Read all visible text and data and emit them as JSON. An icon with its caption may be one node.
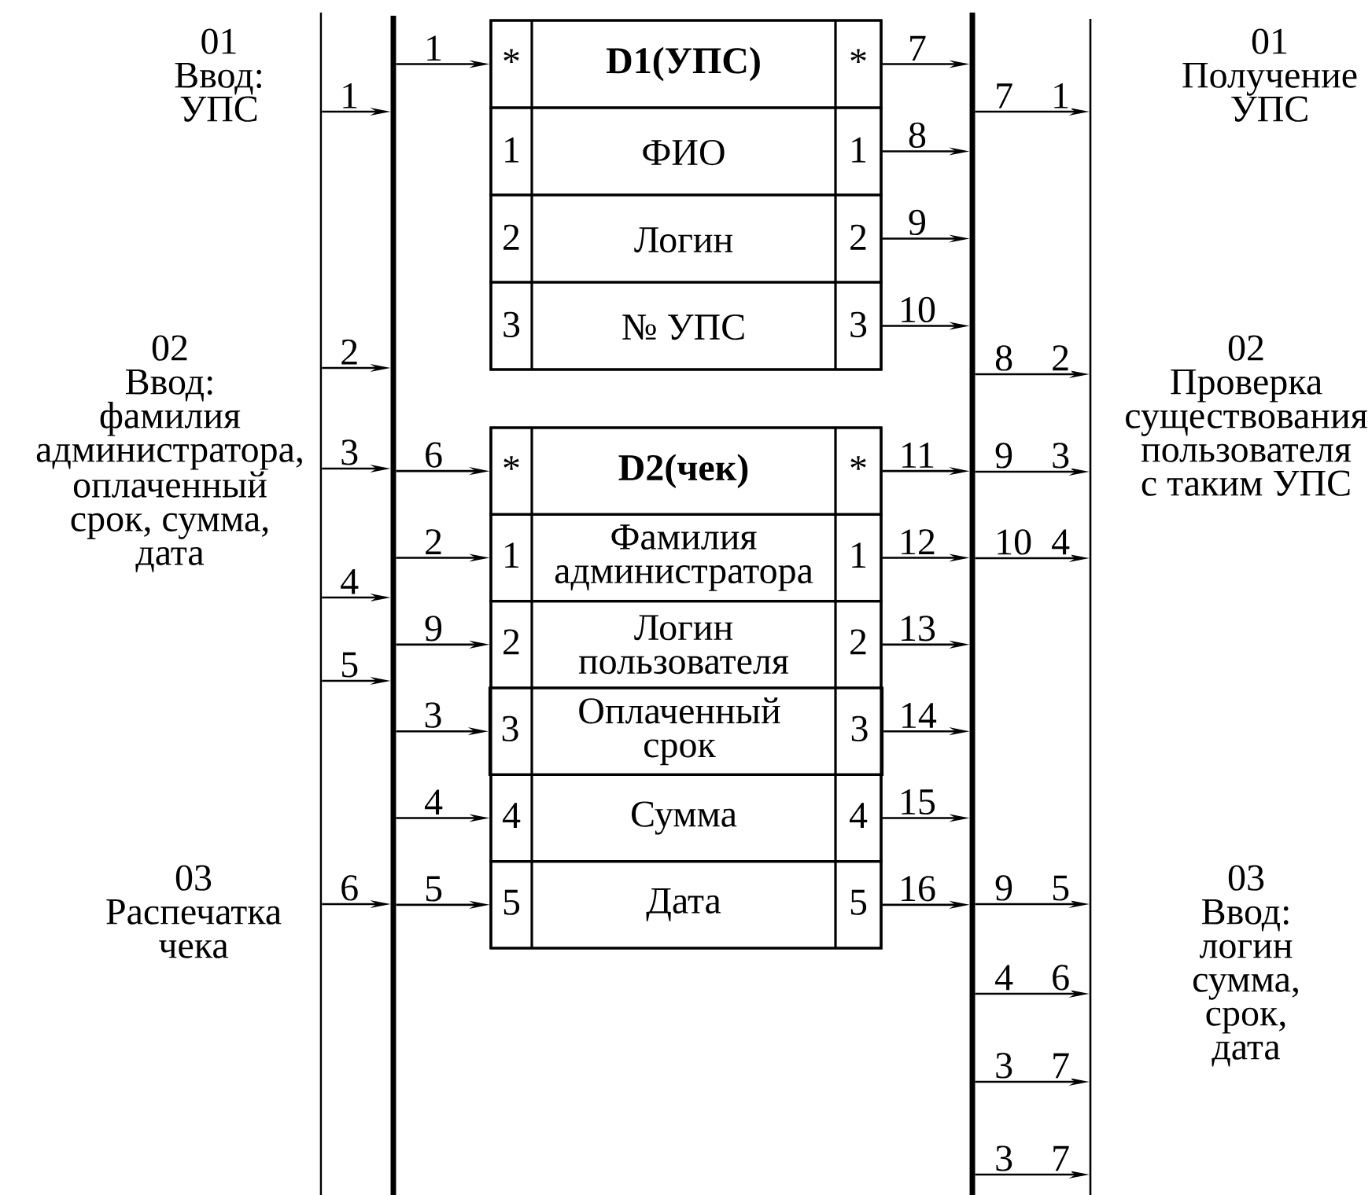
{
  "diagram": {
    "nodes": [
      {
        "text": [],
        "shape": "bar"
      },
      {
        "text": [],
        "shape": "bar"
      },
      {
        "text": [],
        "shape": "box"
      },
      {
        "text": [
          "*",
          "D1(УПС)",
          "*"
        ],
        "in": 2
      },
      {
        "text": [
          "1",
          "ФИО",
          "1"
        ],
        "in": 2
      },
      {
        "text": [
          "2",
          "Логин",
          "2"
        ],
        "in": 2
      },
      {
        "text": [
          "3",
          "№ УПС",
          "3"
        ],
        "in": 2
      },
      {
        "text": [],
        "shape": "box"
      },
      {
        "text": [
          "*",
          "D2(чек)",
          "*"
        ],
        "in": 7
      },
      {
        "text": [
          "1",
          "Фамилия администратора",
          "1"
        ],
        "in": 7
      },
      {
        "text": [
          "2",
          "Логин пользователя",
          "2"
        ],
        "in": 7
      },
      {
        "text": [
          "3",
          "Оплаченный срок",
          "3"
        ],
        "in": 7
      },
      {
        "text": [
          "4",
          "Сумма",
          "4"
        ],
        "in": 7
      },
      {
        "text": [
          "5",
          "Дата",
          "5"
        ],
        "in": 7
      },
      {
        "text": [],
        "shape": "bar"
      },
      {
        "text": [],
        "shape": "bar"
      }
    ],
    "edges": [
      {
        "from": 0,
        "to": 1,
        "arrow": "to",
        "label": "1"
      },
      {
        "from": 0,
        "to": 1,
        "arrow": "to",
        "label": "2"
      },
      {
        "from": 0,
        "to": 1,
        "arrow": "to",
        "label": "3"
      },
      {
        "from": 0,
        "to": 1,
        "arrow": "to",
        "label": "4"
      },
      {
        "from": 0,
        "to": 1,
        "arrow": "to",
        "label": "5"
      },
      {
        "from": 0,
        "to": 1,
        "arrow": "to",
        "label": "6"
      },
      {
        "from": 1,
        "to": 3,
        "arrow": "to",
        "label": "1"
      },
      {
        "from": 1,
        "to": 8,
        "arrow": "to",
        "label": "6"
      },
      {
        "from": 1,
        "to": 9,
        "arrow": "to",
        "label": "2"
      },
      {
        "from": 1,
        "to": 10,
        "arrow": "to",
        "label": "9"
      },
      {
        "from": 1,
        "to": 11,
        "arrow": "to",
        "label": "3"
      },
      {
        "from": 1,
        "to": 12,
        "arrow": "to",
        "label": "4"
      },
      {
        "from": 1,
        "to": 13,
        "arrow": "to",
        "label": "5"
      },
      {
        "from": 3,
        "to": 14,
        "arrow": "to",
        "label": "7"
      },
      {
        "from": 4,
        "to": 14,
        "arrow": "to",
        "label": "8"
      },
      {
        "from": 5,
        "to": 14,
        "arrow": "to",
        "label": "9"
      },
      {
        "from": 6,
        "to": 14,
        "arrow": "to",
        "label": "10"
      },
      {
        "from": 8,
        "to": 14,
        "arrow": "to",
        "label": "11"
      },
      {
        "from": 9,
        "to": 14,
        "arrow": "to",
        "label": "12"
      },
      {
        "from": 10,
        "to": 14,
        "arrow": "to",
        "label": "13"
      },
      {
        "from": 11,
        "to": 14,
        "arrow": "to",
        "label": "14"
      },
      {
        "from": 12,
        "to": 14,
        "arrow": "to",
        "label": "15"
      },
      {
        "from": 13,
        "to": 14,
        "arrow": "to",
        "label": "16"
      },
      {
        "from": 14,
        "to": 15,
        "arrow": "to",
        "label": "7 1"
      },
      {
        "from": 14,
        "to": 15,
        "arrow": "to",
        "label": "8 2"
      },
      {
        "from": 14,
        "to": 15,
        "arrow": "to",
        "label": "9 3"
      },
      {
        "from": 14,
        "to": 15,
        "arrow": "to",
        "label": "10 4"
      },
      {
        "from": 14,
        "to": 15,
        "arrow": "to",
        "label": "9 5"
      },
      {
        "from": 14,
        "to": 15,
        "arrow": "to",
        "label": "4 6"
      },
      {
        "from": 14,
        "to": 15,
        "arrow": "to",
        "label": "3 7"
      },
      {
        "from": 14,
        "to": 15,
        "arrow": "to",
        "label": "3 7"
      }
    ],
    "labels": [
      "01 Ввод: УПС",
      "02 Ввод: фамилия администратора, оплаченный срок, сумма, дата",
      "03 Распечатка чека",
      "01 Получение УПС",
      "02 Проверка существования пользователя с таким УПС",
      "03 Ввод: логин сумма, срок, дата"
    ]
  }
}
